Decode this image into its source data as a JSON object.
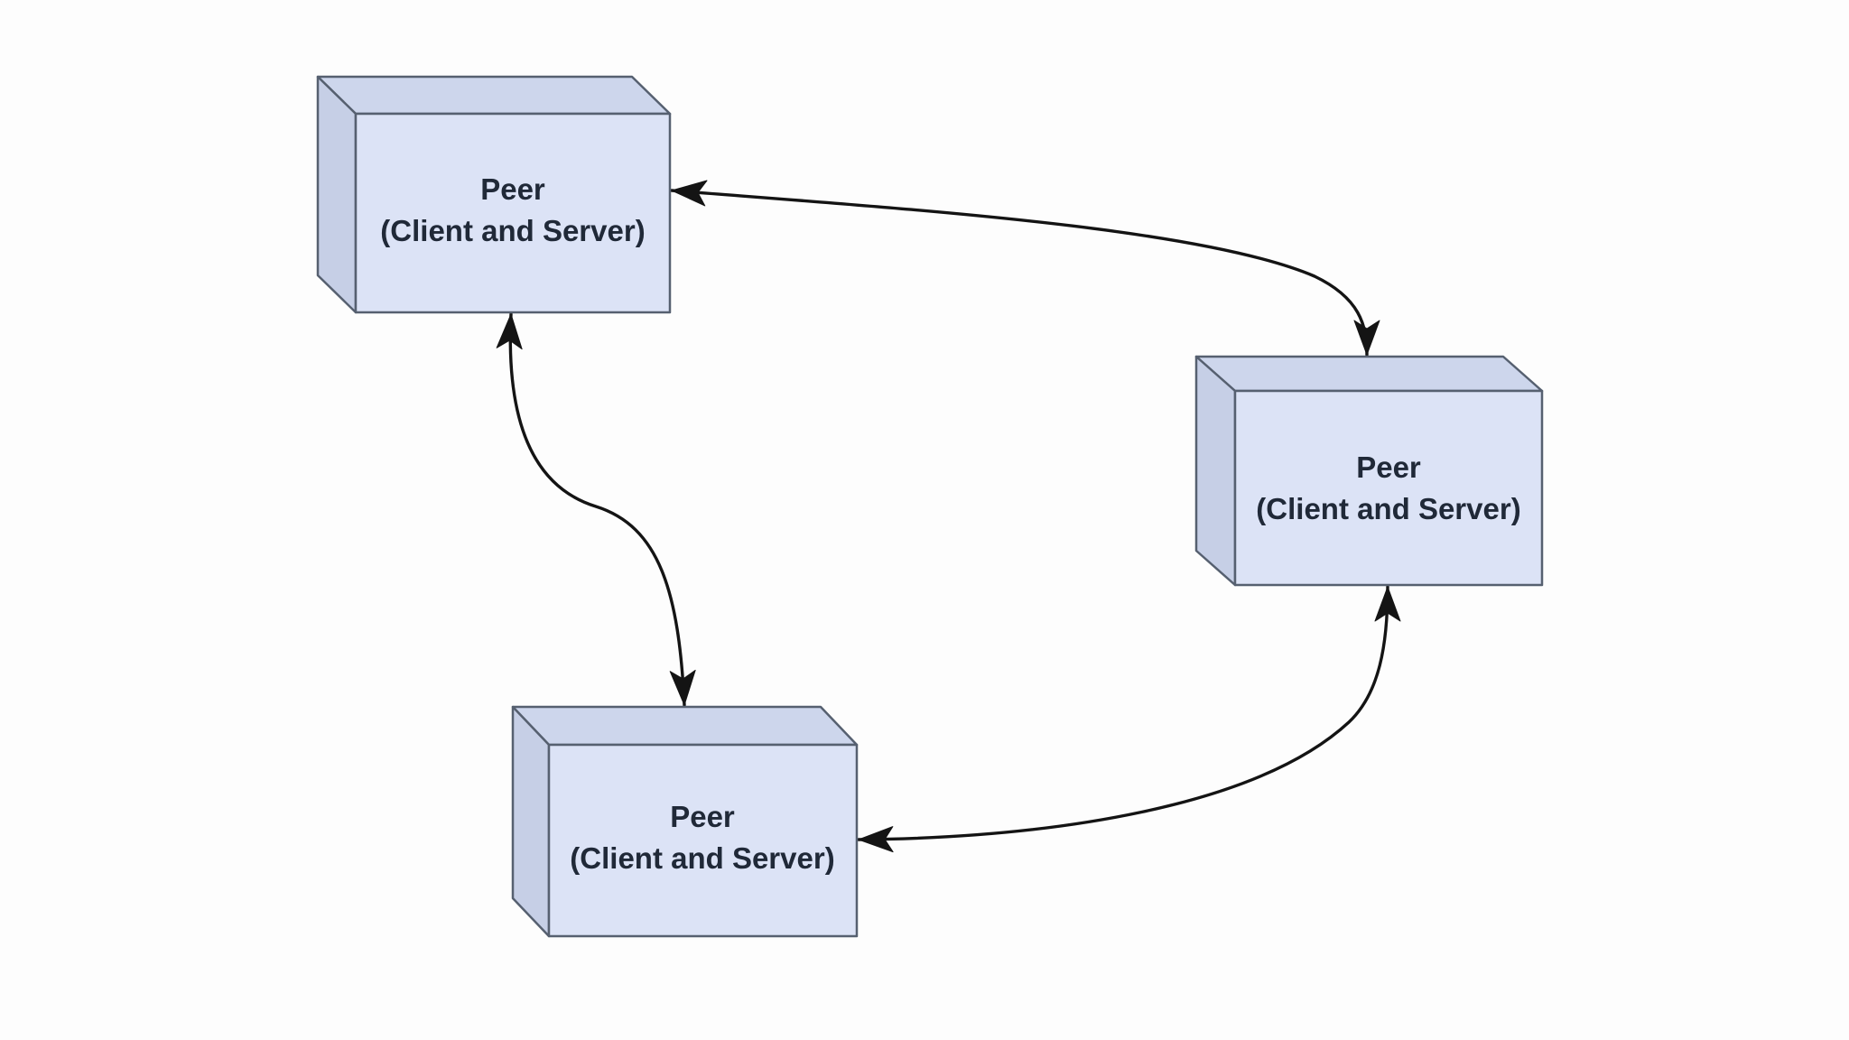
{
  "diagram": {
    "kind": "peer-to-peer network diagram",
    "background": "#fdfdfd"
  },
  "colors": {
    "node_front_face": "#dce3f6",
    "node_top_face": "#cdd6ec",
    "node_side_face": "#c6cfe6",
    "node_stroke": "#566070",
    "arrow": "#141414",
    "label_text": "#202938",
    "background": "#fdfdfd"
  },
  "nodes": [
    {
      "id": "peer-top-left",
      "name": "Peer",
      "role": "(Client and Server)"
    },
    {
      "id": "peer-right",
      "name": "Peer",
      "role": "(Client and Server)"
    },
    {
      "id": "peer-bottom",
      "name": "Peer",
      "role": "(Client and Server)"
    }
  ],
  "edges": [
    {
      "from": "peer-top-left",
      "to": "peer-right",
      "bidirectional": true
    },
    {
      "from": "peer-top-left",
      "to": "peer-bottom",
      "bidirectional": true
    },
    {
      "from": "peer-bottom",
      "to": "peer-right",
      "bidirectional": true
    }
  ]
}
